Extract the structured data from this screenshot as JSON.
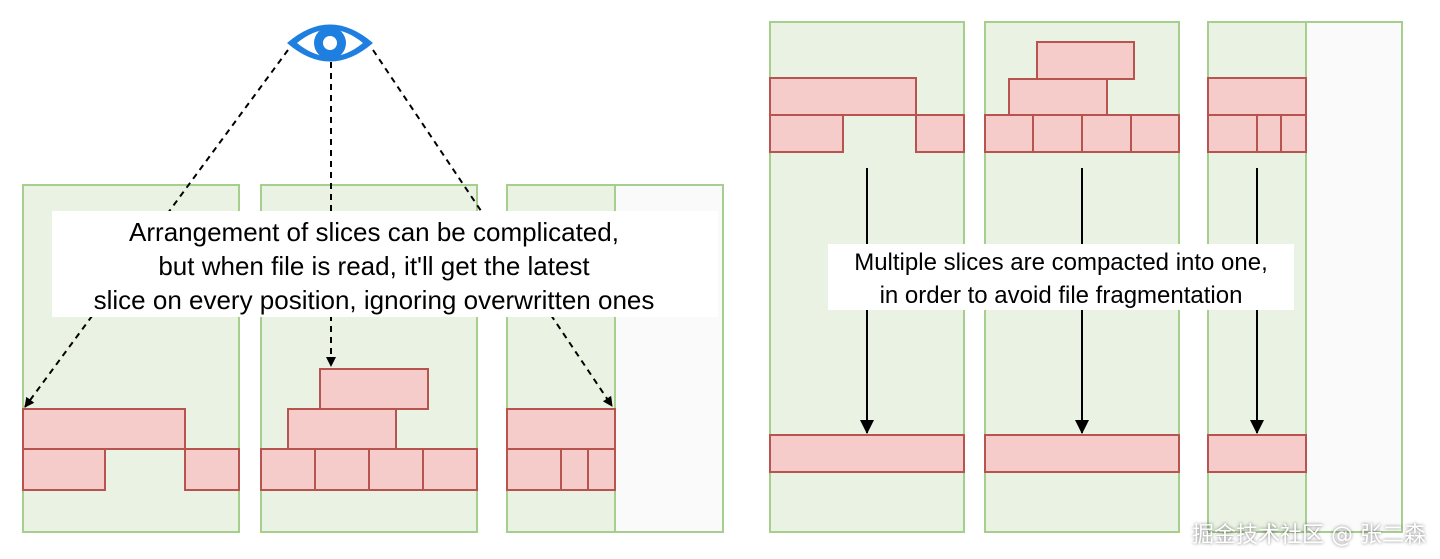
{
  "left_panel": {
    "caption_lines": [
      "Arrangement of slices can be complicated,",
      "but when file is read, it'll get the latest",
      "slice on every position, ignoring overwritten ones"
    ]
  },
  "right_panel": {
    "caption_lines": [
      "Multiple slices are compacted into one,",
      "in order to avoid file fragmentation"
    ]
  },
  "watermark": "掘金技术社区 @ 张二森",
  "colors": {
    "column_fill": "#e9f2e3",
    "column_stroke": "#a6cf8d",
    "slice_fill": "#f6cccb",
    "slice_stroke": "#b85450",
    "eye": "#1e7fe0"
  },
  "icons": {
    "reader": "eye-icon"
  }
}
